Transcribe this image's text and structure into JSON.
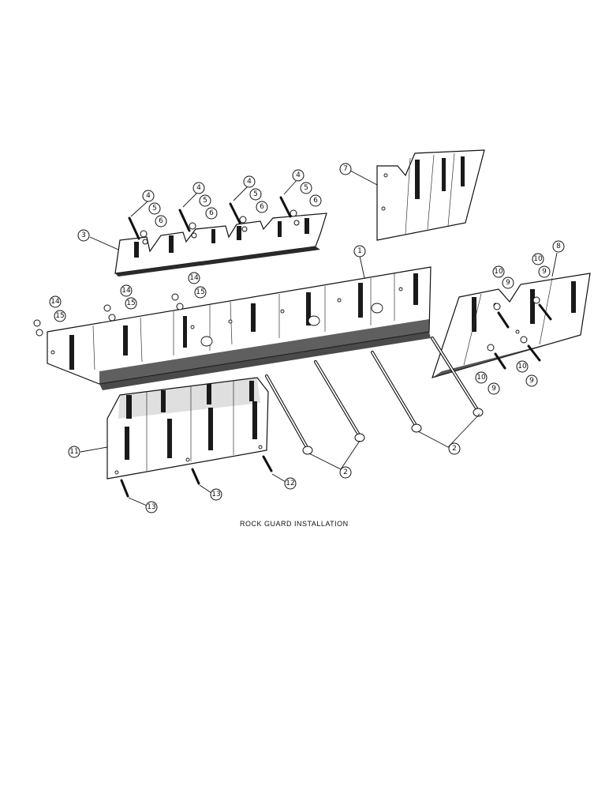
{
  "caption": "ROCK GUARD INSTALLATION",
  "callouts": {
    "c1": "1",
    "c2a": "2",
    "c2b": "2",
    "c3": "3",
    "c4a": "4",
    "c4b": "4",
    "c4c": "4",
    "c4d": "4",
    "c5a": "5",
    "c5b": "5",
    "c5c": "5",
    "c5d": "5",
    "c6a": "6",
    "c6b": "6",
    "c6c": "6",
    "c6d": "6",
    "c7": "7",
    "c8": "8",
    "c9a": "9",
    "c9b": "9",
    "c9c": "9",
    "c9d": "9",
    "c10a": "10",
    "c10b": "10",
    "c10c": "10",
    "c10d": "10",
    "c11": "11",
    "c12": "12",
    "c13a": "13",
    "c13b": "13",
    "c14a": "14",
    "c14b": "14",
    "c14c": "14",
    "c15a": "15",
    "c15b": "15",
    "c15c": "15"
  }
}
